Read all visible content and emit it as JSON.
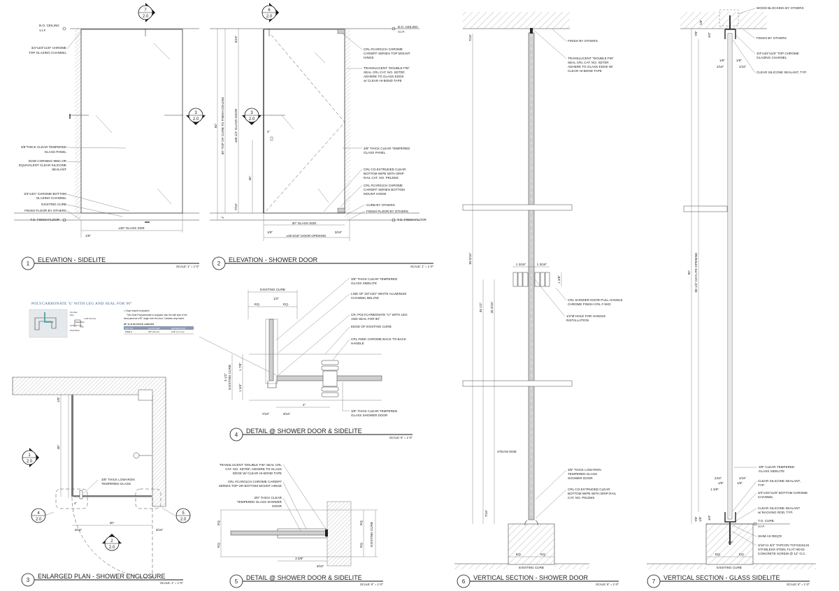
{
  "views": {
    "v1": {
      "number": "1",
      "title": "ELEVATION - SIDELITE",
      "scale": "SCALE: 1\" = 1'-0\"",
      "notes": [
        "B.O. CEILING",
        "V.I.F.",
        "3/4\"x3/4\"x1/8\" CHROME",
        "TOP GLAZING CHANNEL",
        "3/8\"THICK CLEAR TEMPERED",
        "GLASS PANEL",
        "DOW CORNING 999A OR",
        "EQUIVALENT CLEAR SILICONE",
        "SEALANT",
        "3/4\"x3/4\" CHROME BOTTOM",
        "GLAZING CHANNEL",
        "EXISTING CURB",
        "FINISH FLOOR BY OTHERS",
        "T.O. FINISH FLOOR"
      ],
      "dims": [
        "±48\" GLASS SIZE",
        "1/8\""
      ]
    },
    "v2": {
      "number": "2",
      "title": "ELEVATION - SHOWER DOOR",
      "scale": "SCALE: 1\" = 1'-0\"",
      "notes": [
        "B.O. CEILING",
        "V.I.F.",
        "CRL #CAR01CH  CHROME",
        "CARDIFF SERIES TOP MOUNT",
        "HINGE",
        "TRANSLUCENT \"DOUBLE FIN\"",
        "SEAL CRL CAT. NO. SDTDF,",
        "ADHERE TO GLASS EDGE",
        "w/ CLEAR HI-BOND TAPE",
        "3/8\" THICK CLEAR TEMPERED",
        "GLASS PANEL",
        "CRL CO-EXTRUDED CLEAR",
        "BOTTOM WIPE WITH DRIP",
        "RAIL CAT. NO. P912WS",
        "CRL #CAR01CH  CHROME",
        "CARDIFF SERIES BOTTOM",
        "MOUNT HINGE",
        "CURB BY OTHERS",
        "FINISH FLOOR BY OTHERS",
        "T.O. FINISH FLOOR"
      ],
      "dims": [
        "93\"",
        "90\" TOP OF CURB TO FINISH CEILING",
        "±89 1/4\" GLASS DOOR",
        "5/16\"",
        "7/16\"",
        "36\"",
        "1\"",
        "4\"",
        "30\" GLASS SIZE",
        "1/8\"",
        "3/16\"",
        "±39 5/16\" DOOR OPENING"
      ]
    },
    "v3": {
      "number": "3",
      "title": "ENLARGED PLAN - SHOWER ENCLOSURE",
      "scale": "SCALE: 1\" = 1'-0\"",
      "notes": [
        "3/8\" THICK LOW-IRON",
        "TEMPERED GLASS"
      ],
      "dims": [
        "1/8\"",
        "48\"",
        "4\"",
        "30\"",
        "3/16\"",
        "3/16\""
      ]
    },
    "v4": {
      "number": "4",
      "title": "DETAIL @ SHOWER DOOR & SIDELITE",
      "scale": "SCALE: 6\" = 1'-0\"",
      "notes": [
        "3/8\" THICK CLEAR TEMPERED",
        "GLASS SIDELITE",
        "LINE OF 3/4\"x3/4\" WHITE ALUMINUM",
        "CHANNEL BELOW",
        "CR; POLYCARBONATE \"U\" WITH LEG",
        "AND SEAL FOR 90°",
        "EDGE OF EXISTING CURB",
        "CRL #SDK CHROME BACK TO BACK",
        "HANDLE",
        "3/8\" THICK CLEAR TEMPERED",
        "GLASS SHOWER DOOR"
      ],
      "dims": [
        "EXISTING CURB",
        "1/2\"",
        "EQ.",
        "EQ.",
        "1 7/8\"",
        "1 3/4\"",
        "3 1/2\"",
        "EXISTING CURB",
        "4\"",
        "7/16\"",
        "3/16\""
      ]
    },
    "v5": {
      "number": "5",
      "title": "DETAIL @ SHOWER DOOR & SIDELITE",
      "scale": "SCALE: 6\" = 1'-0\"",
      "notes": [
        "TRANSLUCENT \"DOUBLE FIN\" SEAL CRL",
        "CAT. NO. SDTDF, ADHERE TO GLASS",
        "EDGE W/ CLEAR HI-BOND TAPE",
        "CRL #CAR01CH  CHROME CARDIFF",
        "SERIES TOP OR BOTTOM MOUNT HINGE",
        "3/8\" THICK CLEAR",
        "TEMPERED GLASS SHOWER",
        "DOOR"
      ],
      "dims": [
        "EQ.",
        "EQ.",
        "EQ.",
        "EQ.",
        "EXISTING CURB",
        "3 5/8\"",
        "3/16\""
      ]
    },
    "v6": {
      "number": "6",
      "title": "VERTICAL SECTION - SHOWER DOOR",
      "scale": "SCALE: 6\" = 1'-0\"",
      "notes": [
        "FINISH BY OTHERS",
        "TRANSLUCENT \"DOUBLE FIN\"",
        "SEAL CRL CAT. NO. SDTDF,",
        "ADHERE TO GLASS EDGE W/",
        "CLEAR HI-BOND TAPE",
        "CRL SHOWER DOOR PULL HANDLE",
        "CHROME FINISH CRL # SKD",
        "1/2\"Ø HOLE FOR HANDLE",
        "INSTALLATION",
        "STEAM SIDE",
        "3/8\" THICK LOW-IRON",
        "TEMPERED GLASS",
        "SHOWER DOOR",
        "CRL CO-EXTRUDED CLEAR",
        "BOTTOM WIPE WITH DRIP RAIL",
        "CAT. NO. P912WS"
      ],
      "dims": [
        "7/16\"",
        "89 9/16\"",
        "1 3/16\"",
        "1 3/16\"",
        "1 3/8\"",
        "35 1/2\"",
        "35 3/16\"",
        "7/16\"",
        "EQ.",
        "EQ.",
        "EXISTING CURB"
      ]
    },
    "v7": {
      "number": "7",
      "title": "VERTICAL SECTION - GLASS SIDELITE",
      "scale": "SCALE: 6\" = 1'-0\"",
      "notes": [
        "WOOD BLOCKING BY OTHERS",
        "FINISH BY OTHERS",
        "3/4\"x3/4\"x1/8\" TOP CHROME",
        "GLAZING CHANNEL",
        "CLEAR SILICONE SEALANT, TYP.",
        "3/8\" CLEAR TEMPERED",
        "GLASS SIDELITE",
        "CLEAR SILICONE SEALANT,",
        "TYP.",
        "3/4\"x3/4\"x1/8\" BOTTOM CHROME",
        "CHANNEL",
        "CLEAR SILICONE SEALANT",
        "w/ BACKING ROD, TYP.",
        "T.O. CURB",
        "V.I.F.",
        "SHIM AS REQ'D",
        "3/16\"x1 3/4\" TAPCON TCFS316134",
        "STAINLESS STEEL FLAT HEAD",
        "CONCRETE SCREW @ 12\" O.C."
      ],
      "dims": [
        "7/8\"",
        "1/8\"",
        "3/4\"",
        "1/8\"",
        "1/16\"",
        "1/8\"",
        "1/16\"",
        "90\"",
        "88 1/4\" DAYLITE OPENING",
        "1/16\"",
        "1/8\"",
        "1 3/8\"",
        "1/16\"",
        "1/8\"",
        "7/8\"",
        "1/8\"",
        "3/4\"",
        "3/4\"",
        "EQ.",
        "EQ.",
        "EXISTING CURB"
      ]
    }
  },
  "section_markers": [
    {
      "num": "7",
      "sheet": "2.0"
    },
    {
      "num": "3",
      "sheet": "2.0"
    },
    {
      "num": "6",
      "sheet": "2.0"
    },
    {
      "num": "3",
      "sheet": "2.0"
    },
    {
      "num": "1",
      "sheet": "2.0"
    },
    {
      "num": "4",
      "sheet": "2.0"
    },
    {
      "num": "5",
      "sheet": "2.0"
    },
    {
      "num": "2",
      "sheet": "2.0"
    }
  ],
  "inset": {
    "title": "POLYCARBONATE 'U' WITH LEG AND SEAL FOR 90°",
    "bullet": "• Vinyl Insert Included",
    "desc1": "This Clear Polycarbonate is snapped onto the stile side of the",
    "desc2": "fixed panel at a 90° angle from the door. Contains vinyl insert.",
    "stock": "96\" (2.44 M) STOCK LENGTHS",
    "headers": [
      "CAT. NO.",
      "GLASS SIZE",
      "MAXIMUM GAP"
    ],
    "row": [
      "P690LU",
      "3/8\" (10 mm)",
      "3/16\" (4.7 mm)"
    ],
    "diagram_labels": [
      "Top View",
      "Door",
      "Glass Door",
      "Fixed Panel",
      "1-1/8\" (29 mm)",
      "11/16\" (17 mm)"
    ],
    "title_color": "#3d5f8f",
    "header_color": "#8a9bb0"
  }
}
